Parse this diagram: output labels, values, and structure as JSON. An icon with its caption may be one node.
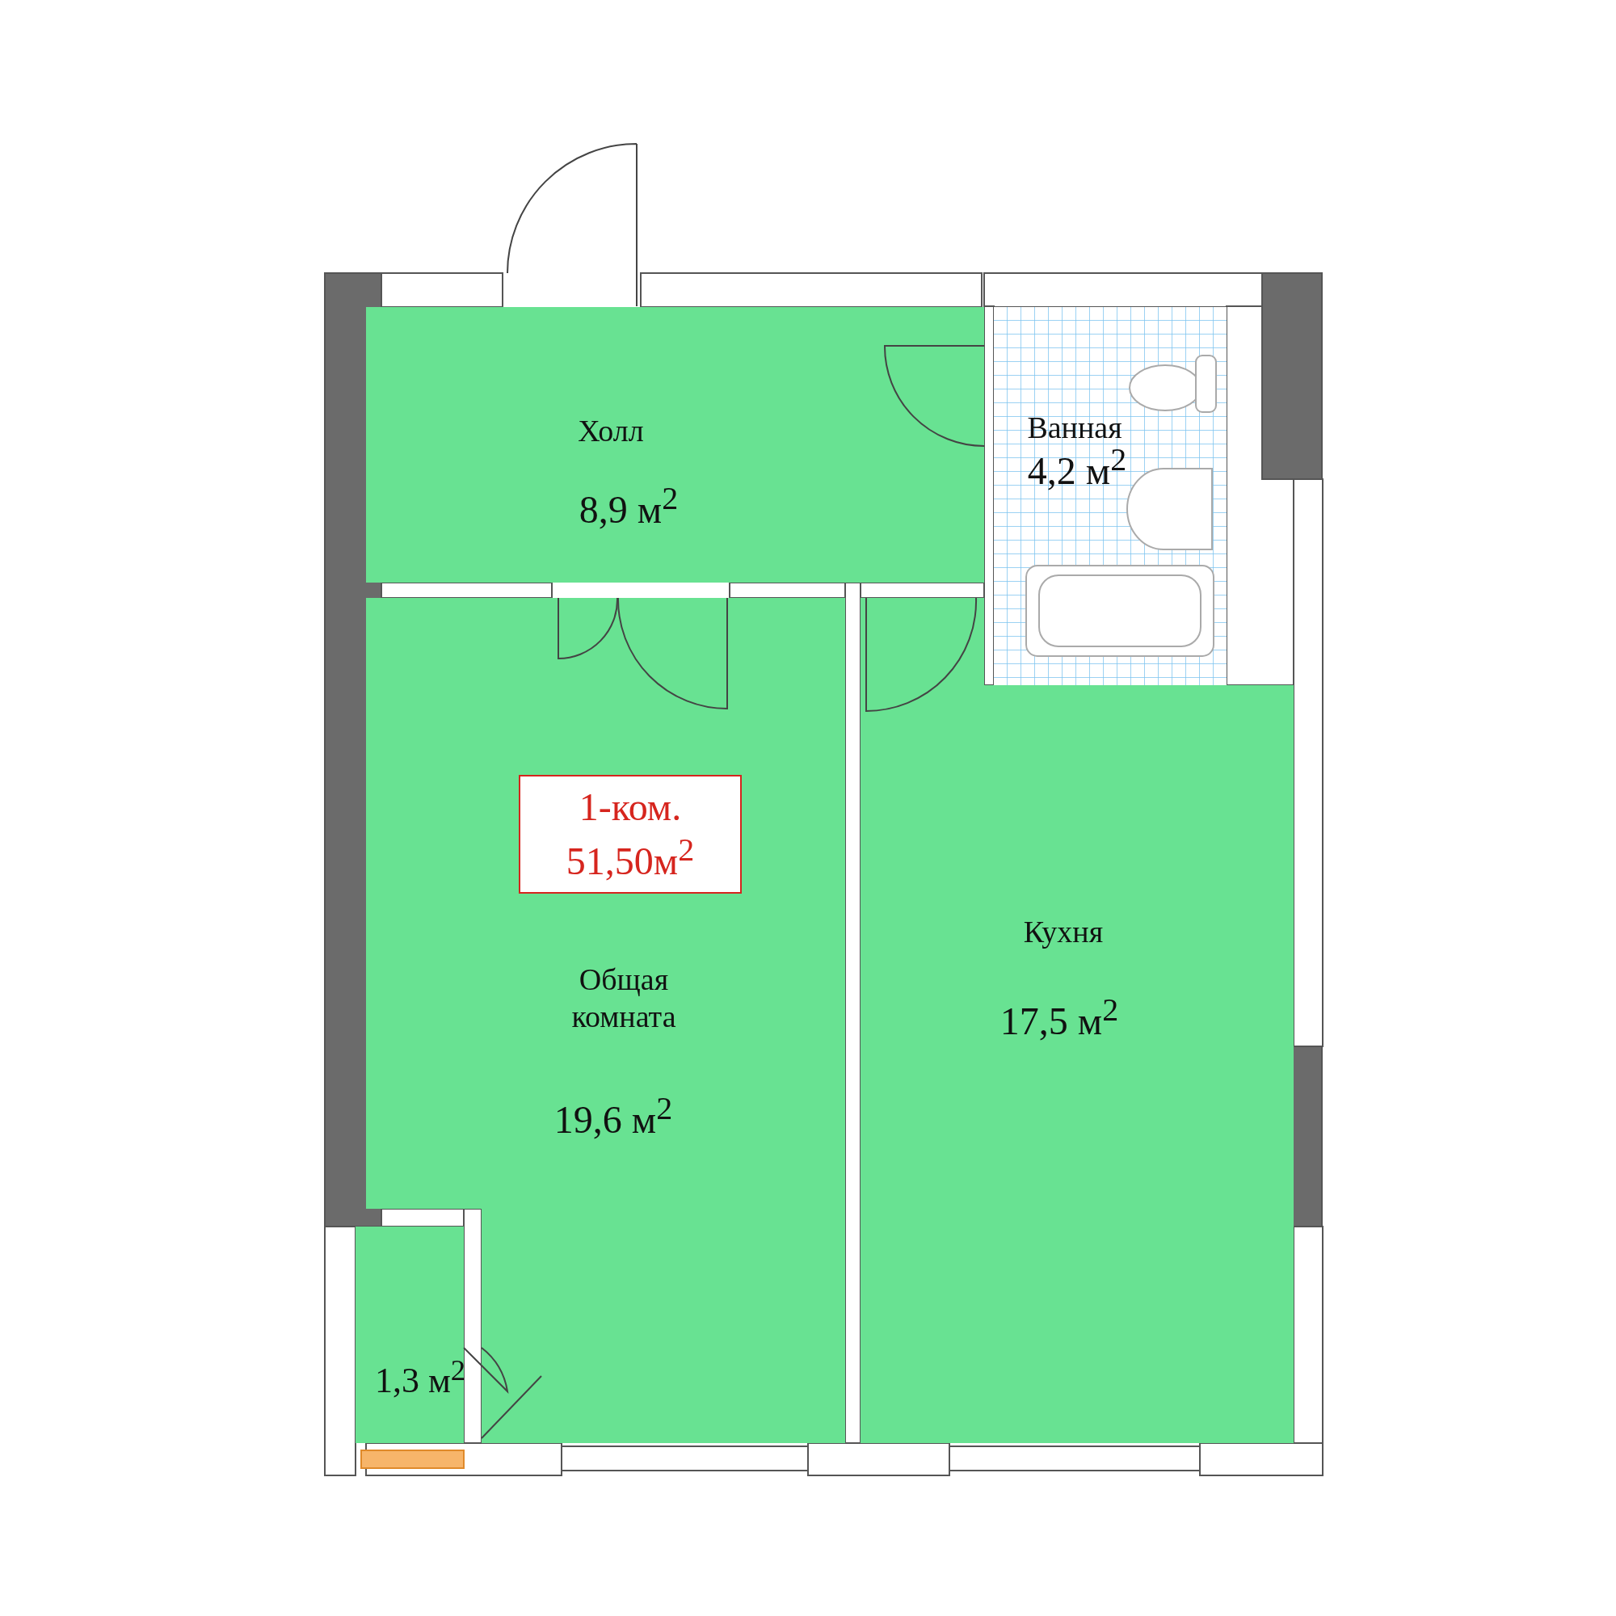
{
  "diagram": {
    "nodes": [
      {
        "text": [
          "Холл",
          "8,9 м$^{2}$"
        ]
      },
      {
        "text": [
          "Ванная",
          "4,2 м$^{2}$"
        ]
      },
      {
        "text": [
          "Общая комната",
          "19,6 м$^{2}$"
        ]
      },
      {
        "text": [
          "1-ком. 51,50м$^{2}$"
        ],
        "in": 2
      },
      {
        "text": [
          "Кухня",
          "17,5 м$^{2}$"
        ]
      },
      {
        "text": [
          "1,3 м$^{2}$"
        ]
      }
    ],
    "edges": []
  }
}
